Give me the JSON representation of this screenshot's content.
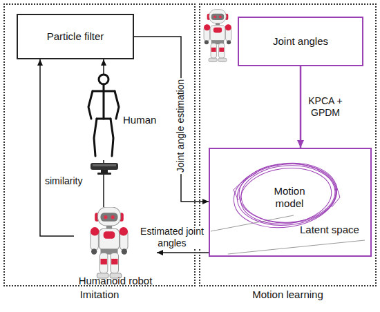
{
  "diagram": {
    "nodes": [
      {
        "text": [
          "Imitation"
        ]
      },
      {
        "text": [
          "Motion learning"
        ]
      },
      {
        "text": [
          "Particle filter"
        ],
        "in": 0
      },
      {
        "text": [
          "Human"
        ],
        "in": 0
      },
      {
        "text": [
          "Humanoid robot"
        ],
        "in": 0
      },
      {
        "text": [
          "Joint angles"
        ],
        "in": 1
      },
      {
        "text": [
          "Motion model",
          "Latent space"
        ],
        "in": 1
      }
    ],
    "edges": [
      {
        "from": 2,
        "to": 6,
        "label": "Joint angle estimation",
        "arrow": "to"
      },
      {
        "from": 5,
        "to": 6,
        "label": "KPCA + GPDM",
        "arrow": "to"
      },
      {
        "from": 6,
        "to": 4,
        "label": "Estimated joint angles",
        "arrow": "to"
      },
      {
        "from": 4,
        "to": 2,
        "label": "similarity",
        "arrow": "to"
      },
      {
        "from": 3,
        "to": 2,
        "arrow": "to"
      },
      {
        "from": 3,
        "to": 4,
        "arrow": "none"
      }
    ]
  }
}
